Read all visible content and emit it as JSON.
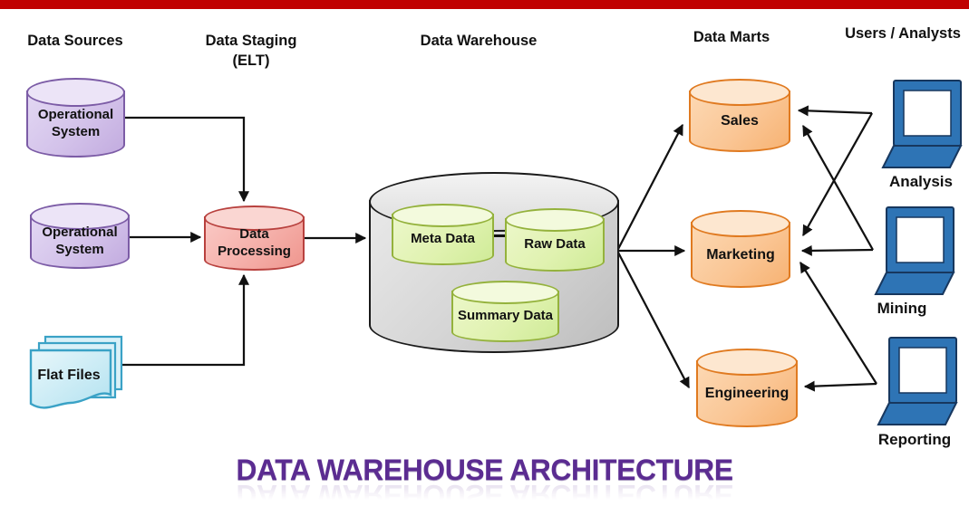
{
  "title": "DATA WAREHOUSE ARCHITECTURE",
  "headers": {
    "data_sources": "Data Sources",
    "data_staging": "Data Staging",
    "data_staging_sub": "(ELT)",
    "data_warehouse": "Data Warehouse",
    "data_marts": "Data Marts",
    "users_analysts": "Users / Analysts"
  },
  "sources": {
    "operational_system_1": "Operational System",
    "operational_system_2": "Operational System",
    "flat_files": "Flat Files"
  },
  "staging": {
    "data_processing": "Data Processing"
  },
  "warehouse": {
    "meta_data": "Meta Data",
    "raw_data": "Raw Data",
    "summary_data": "Summary Data"
  },
  "marts": {
    "sales": "Sales",
    "marketing": "Marketing",
    "engineering": "Engineering"
  },
  "users": {
    "analysis": "Analysis",
    "mining": "Mining",
    "reporting": "Reporting"
  },
  "icons": {
    "laptop": "laptop-icon",
    "flat_files": "document-stack-icon",
    "cylinder": "database-cylinder-icon"
  },
  "colors": {
    "top_bar": "#c00000",
    "title_purple": "#5b2c91",
    "source_purple_border": "#7c5ca6",
    "staging_red_border": "#b8413e",
    "warehouse_gray_border": "#1a1a1a",
    "inner_green_border": "#94b23c",
    "mart_orange_border": "#e07a20",
    "laptop_blue": "#2e74b5",
    "laptop_blue_dark": "#17375e",
    "connector_black": "#111111"
  }
}
